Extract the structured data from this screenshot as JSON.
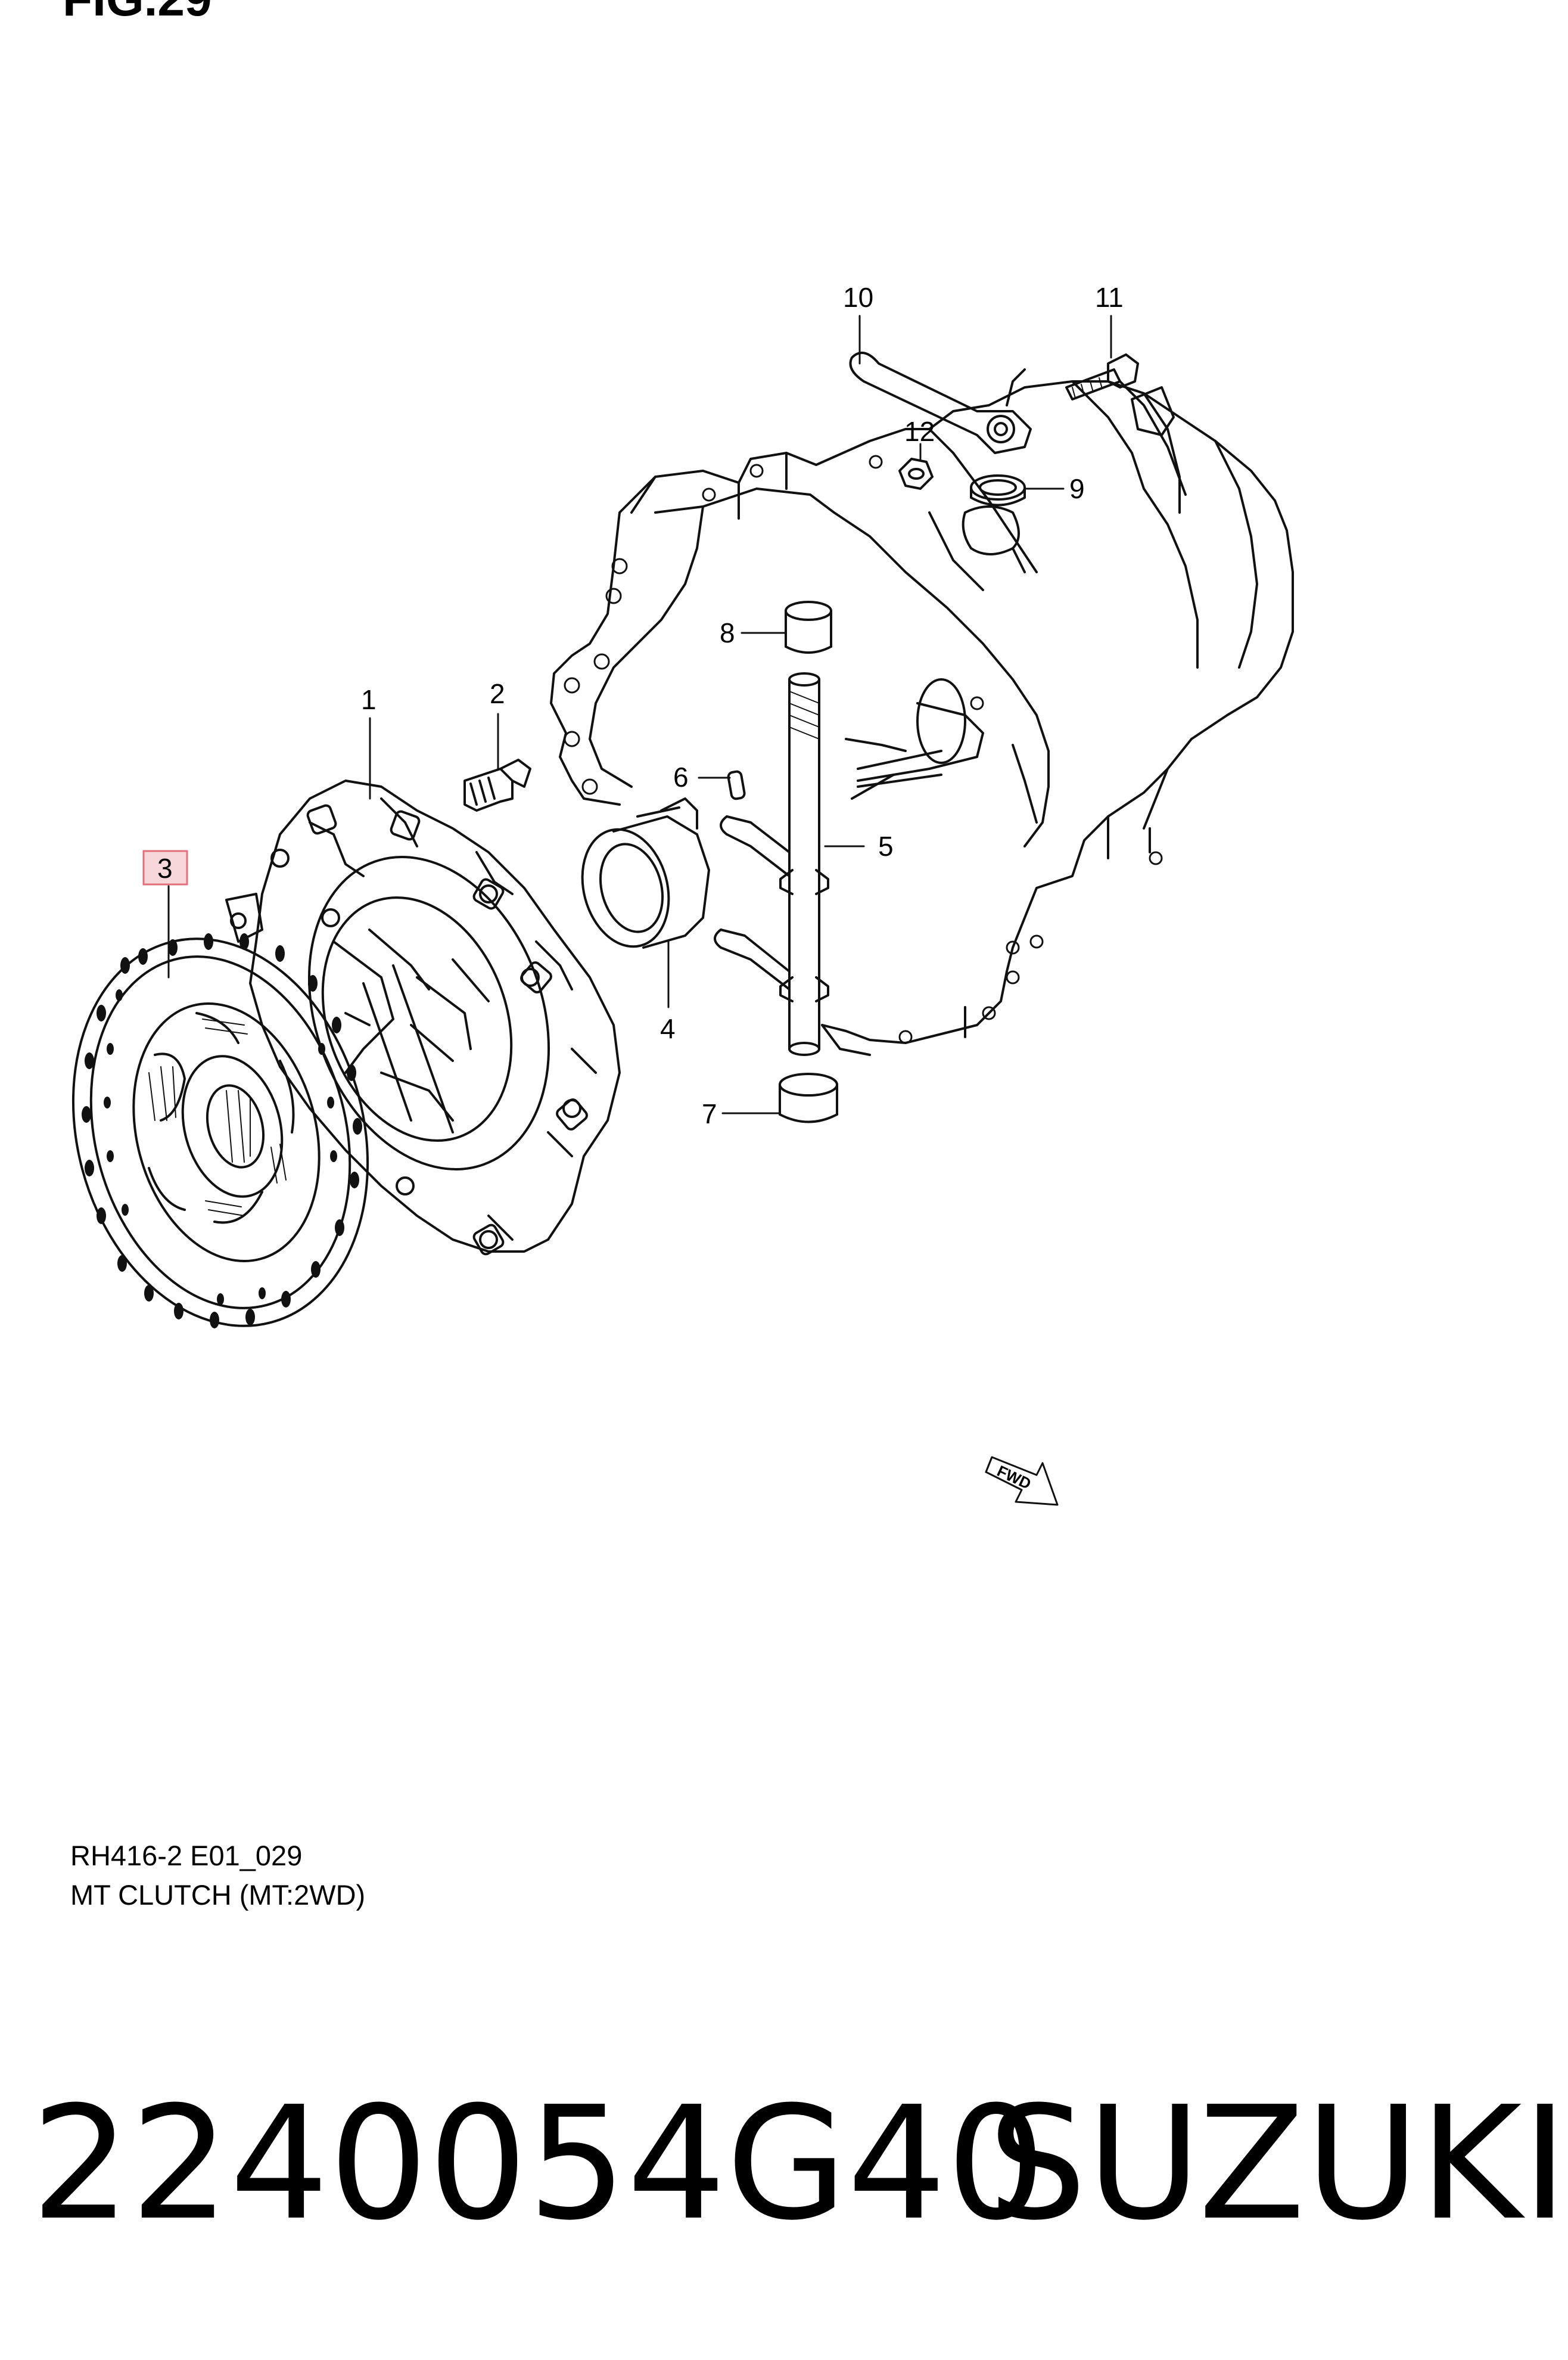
{
  "figure": {
    "label": "FIG.29",
    "code": "RH416-2 E01_029",
    "name": "MT CLUTCH (MT:2WD)"
  },
  "callouts": [
    {
      "num": "1",
      "highlighted": false
    },
    {
      "num": "2",
      "highlighted": false
    },
    {
      "num": "3",
      "highlighted": true
    },
    {
      "num": "4",
      "highlighted": false
    },
    {
      "num": "5",
      "highlighted": false
    },
    {
      "num": "6",
      "highlighted": false
    },
    {
      "num": "7",
      "highlighted": false
    },
    {
      "num": "8",
      "highlighted": false
    },
    {
      "num": "9",
      "highlighted": false
    },
    {
      "num": "10",
      "highlighted": false
    },
    {
      "num": "11",
      "highlighted": false
    },
    {
      "num": "12",
      "highlighted": false
    }
  ],
  "direction_badge": "FWD",
  "part_number": "2240054G40",
  "brand": "SUZUKI",
  "colors": {
    "highlight_fill": "#f8d7da",
    "highlight_stroke": "#e0707a",
    "line": "#111111"
  }
}
